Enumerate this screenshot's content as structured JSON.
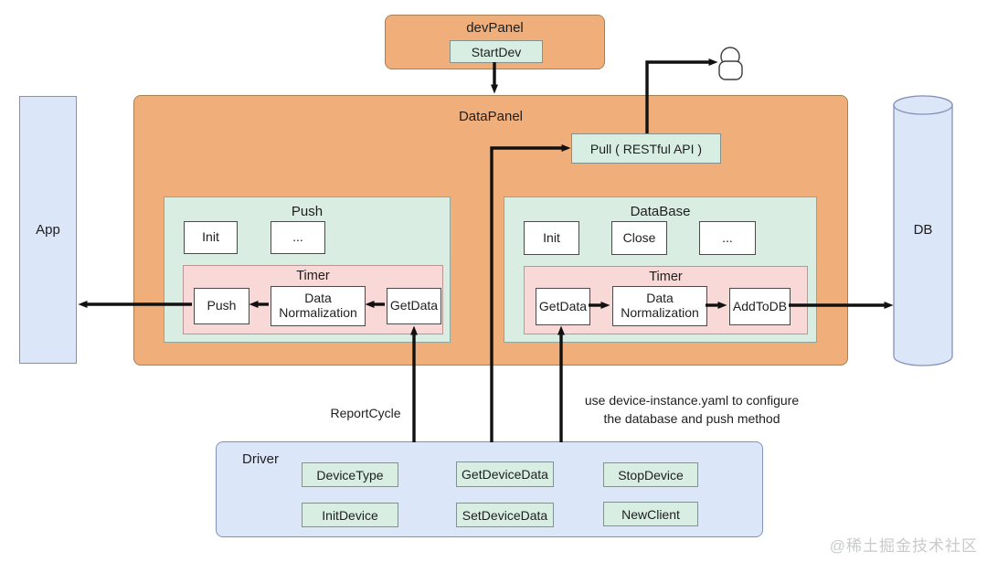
{
  "colors": {
    "panel_orange": "#F0AE7B",
    "group_mint": "#DAEDE2",
    "button_mint": "#D9EEE3",
    "timer_pink": "#F9D8D8",
    "container_blue": "#DCE6F9",
    "node_white": "#FFFFFF",
    "arrow_black": "#111111",
    "watermark_gray": "#C8CACC"
  },
  "dev_panel": {
    "title": "devPanel",
    "start_button": "StartDev"
  },
  "data_panel": {
    "title": "DataPanel",
    "pull_api": "Pull ( RESTful API )",
    "push_group": {
      "title": "Push",
      "init": "Init",
      "more": "...",
      "timer": {
        "title": "Timer",
        "push": "Push",
        "normalize": "Data Normalization",
        "get_data": "GetData"
      }
    },
    "database_group": {
      "title": "DataBase",
      "init": "Init",
      "close": "Close",
      "more": "...",
      "timer": {
        "title": "Timer",
        "get_data": "GetData",
        "normalize": "Data Normalization",
        "add_to_db": "AddToDB"
      }
    }
  },
  "app": {
    "label": "App"
  },
  "db": {
    "label": "DB"
  },
  "driver": {
    "title": "Driver",
    "row1": [
      "DeviceType",
      "GetDeviceData",
      "StopDevice"
    ],
    "row2": [
      "InitDevice",
      "SetDeviceData",
      "NewClient"
    ]
  },
  "annotations": {
    "report_cycle": "ReportCycle",
    "config_note_line1": "use device-instance.yaml to configure",
    "config_note_line2": "the database and push method"
  },
  "watermark": "@稀土掘金技术社区"
}
